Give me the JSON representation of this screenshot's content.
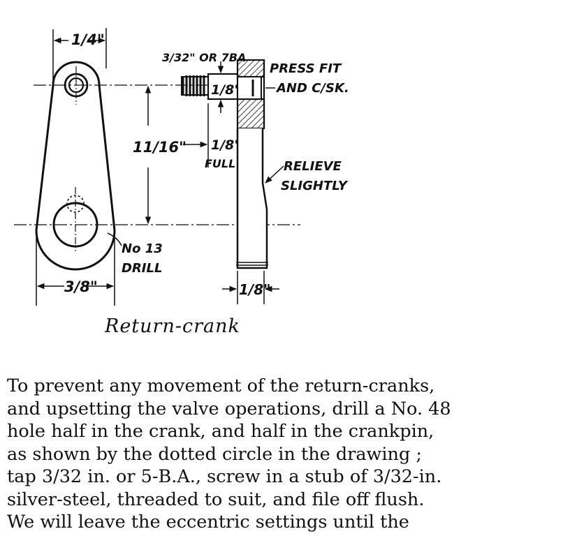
{
  "drawing": {
    "labels": {
      "top_width": "1/4\"",
      "bottom_width": "3/8\"",
      "centre_distance": "11/16\"",
      "tap_size": "3/32\" OR 7BA",
      "pin_diameter": "1/8\"",
      "pin_length": "1/8\"",
      "pin_length_note": "FULL",
      "press_fit_1": "PRESS FIT",
      "press_fit_2": "AND C/SK.",
      "relieve_1": "RELIEVE",
      "relieve_2": "SLIGHTLY",
      "drill_1": "No 13",
      "drill_2": "DRILL",
      "thickness": "1/8\""
    }
  },
  "caption": "Return-crank",
  "body": {
    "lines": [
      "To prevent any movement of the return-cranks,",
      "and upsetting the valve operations, drill a No. 48",
      "hole half in the crank, and half in the crankpin,",
      "as shown by the dotted circle in the drawing ;",
      "tap 3/32 in. or 5-B.A., screw in a stub of 3/32-in.",
      "silver-steel, threaded to suit, and file off flush.",
      "We will leave the eccentric settings until the"
    ]
  }
}
